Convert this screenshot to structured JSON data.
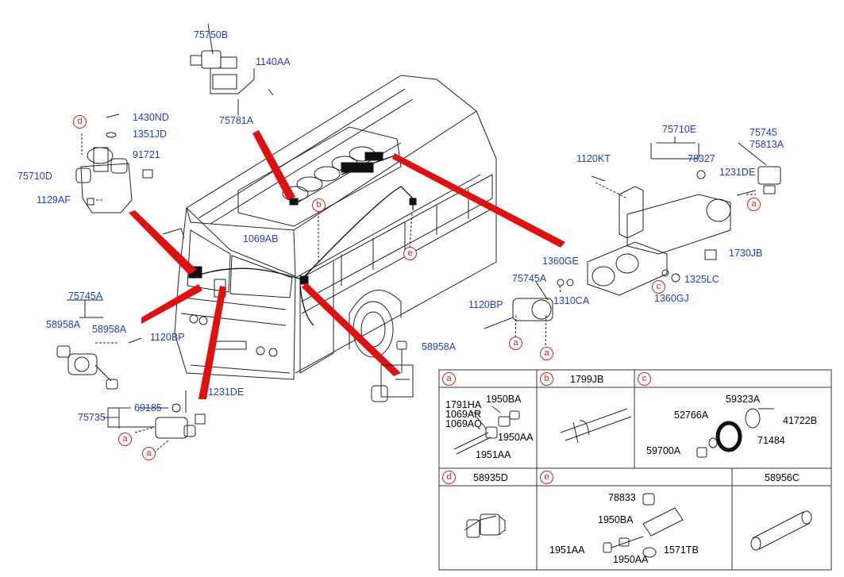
{
  "main_labels": {
    "p75750B": "75750B",
    "p1140AA": "1140AA",
    "p75781A": "75781A",
    "p1430ND": "1430ND",
    "p1351JD": "1351JD",
    "p91721": "91721",
    "p75710D": "75710D",
    "p1129AF": "1129AF",
    "p1069AB": "1069AB",
    "p75710E": "75710E",
    "p75745": "75745",
    "p75813A": "75813A",
    "p1120KT": "1120KT",
    "p78327": "78327",
    "p1231DE_r": "1231DE",
    "p1730JB": "1730JB",
    "p1360GE": "1360GE",
    "p75745A_c": "75745A",
    "p1310CA": "1310CA",
    "p1325LC": "1325LC",
    "p1360GJ": "1360GJ",
    "p1120BP_c": "1120BP",
    "p75745A_l": "75745A",
    "p58958A_l1": "58958A",
    "p58958A_l2": "58958A",
    "p1120BP_l": "1120BP",
    "p58958A_m": "58958A",
    "p1231DE_m": "1231DE",
    "p69185": "69185",
    "p75735": "75735"
  },
  "bubbles": {
    "d_top": "d",
    "b_bus": "b",
    "e_bus": "e",
    "a_right": "a",
    "c_right": "c",
    "a_c1": "a",
    "a_c2": "a",
    "a_l1": "a",
    "a_l2": "a"
  },
  "table": {
    "a": {
      "header_letter": "a",
      "header_part": "",
      "parts": [
        "1791HA",
        "1069AR",
        "1069AQ",
        "1950BA",
        "1950AA",
        "1951AA"
      ]
    },
    "b": {
      "header_letter": "b",
      "header_part": "1799JB"
    },
    "c": {
      "header_letter": "c",
      "header_part": "",
      "parts": [
        "59323A",
        "52766A",
        "41722B",
        "71484",
        "59700A"
      ]
    },
    "d": {
      "header_letter": "d",
      "header_part": "58935D"
    },
    "e": {
      "header_letter": "e",
      "header_part": "",
      "parts": [
        "78833",
        "1950BA",
        "1951AA",
        "1950AA",
        "1571TB"
      ]
    },
    "f": {
      "header_part": "58956C"
    }
  },
  "colors": {
    "label_blue": "#1f3fbf",
    "pointer_red": "#e01010",
    "bubble_red": "#d42020",
    "line": "#222222"
  }
}
